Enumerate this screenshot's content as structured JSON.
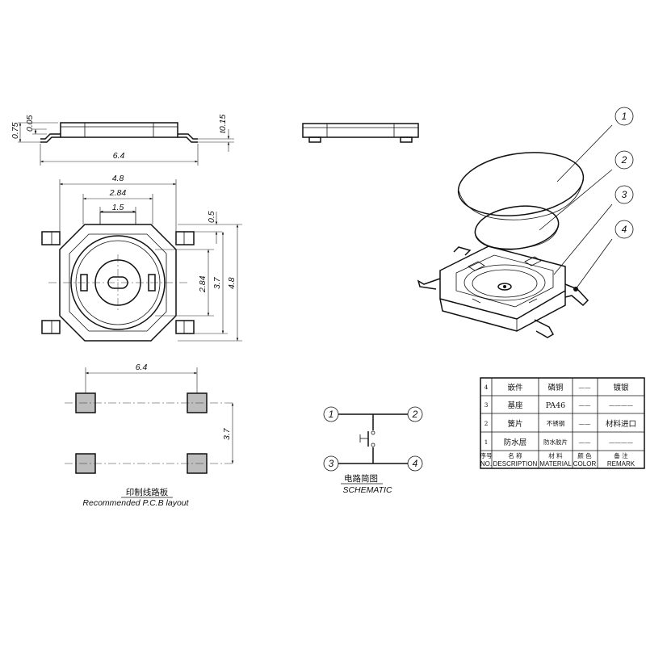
{
  "side_view": {
    "dim_075": "0.75",
    "dim_005": "0.05",
    "dim_015": "t0.15",
    "dim_64": "6.4"
  },
  "top_view": {
    "dim_48_top": "4.8",
    "dim_284_top": "2.84",
    "dim_15": "1.5",
    "dim_05": "0.5",
    "dim_284_side": "2.84",
    "dim_37": "3.7",
    "dim_48_side": "4.8"
  },
  "pcb_layout": {
    "dim_64": "6.4",
    "dim_37": "3.7",
    "caption_cn": "印制线路板",
    "caption_en": "Recommended P.C.B layout"
  },
  "schematic": {
    "pins": [
      "1",
      "2",
      "3",
      "4"
    ],
    "caption_cn": "电路简图",
    "caption_en": "SCHEMATIC"
  },
  "exploded_view": {
    "labels": [
      "1",
      "2",
      "3",
      "4"
    ]
  },
  "bom": {
    "rows": [
      {
        "no": "4",
        "name": "嵌件",
        "material": "磷铜",
        "color": "——",
        "remark": "镀银"
      },
      {
        "no": "3",
        "name": "基座",
        "material": "PA46",
        "color": "——",
        "remark": "————"
      },
      {
        "no": "2",
        "name": "簧片",
        "material": "不锈钢",
        "color": "——",
        "remark": "材料进口"
      },
      {
        "no": "1",
        "name": "防水层",
        "material": "防水胶片",
        "color": "——",
        "remark": "————"
      }
    ],
    "header_cn": {
      "no": "序号",
      "name": "名 称",
      "material": "材 料",
      "color": "颜 色",
      "remark": "备 注"
    },
    "header_en": {
      "no": "NO.",
      "name": "DESCRIPTION",
      "material": "MATERIAL",
      "color": "COLOR",
      "remark": "REMARK"
    }
  }
}
